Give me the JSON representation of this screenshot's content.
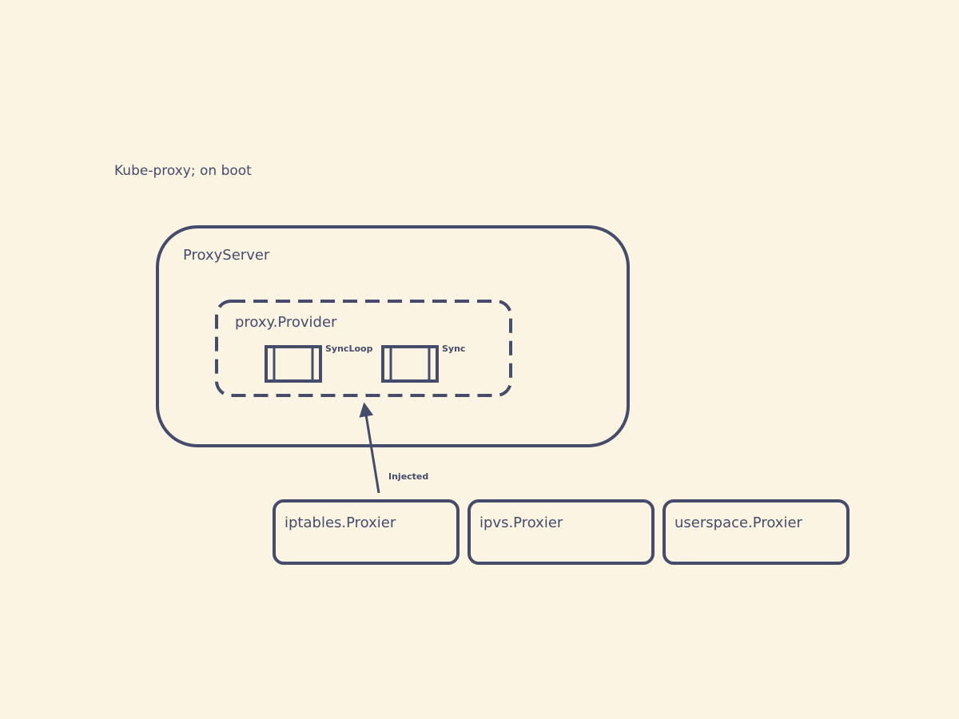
{
  "diagram": {
    "title": "Kube-proxy; on boot",
    "proxy_server": {
      "label": "ProxyServer"
    },
    "provider": {
      "label": "proxy.Provider"
    },
    "methods": [
      {
        "label": "SyncLoop"
      },
      {
        "label": "Sync"
      }
    ],
    "arrow": {
      "label": "Injected"
    },
    "proxiers": [
      {
        "label": "iptables.Proxier"
      },
      {
        "label": "ipvs.Proxier"
      },
      {
        "label": "userspace.Proxier"
      }
    ]
  },
  "colors": {
    "background": "#fcf4e3",
    "stroke": "#454b6b",
    "text": "#454b6b"
  }
}
